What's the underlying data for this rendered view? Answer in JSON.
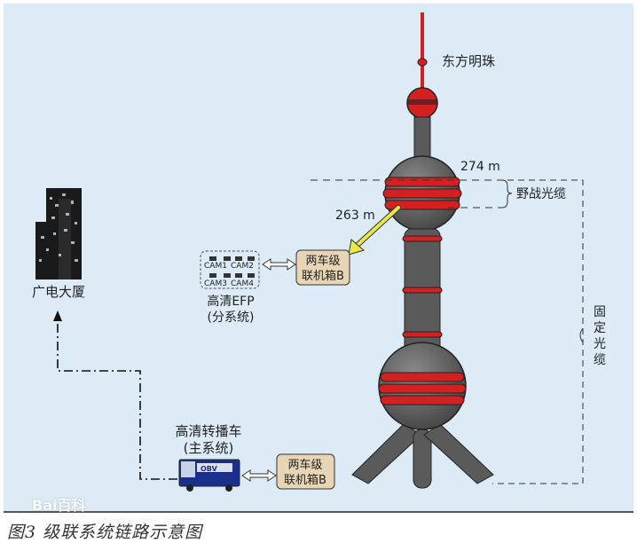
{
  "labels": {
    "tower": "东方明珠",
    "height_top": "274 m",
    "height_link": "263 m",
    "field_cable": "野战光缆",
    "fixed_cable": "固定光缆",
    "building": "广电大厦",
    "efp_title": "高清EFP",
    "efp_sub": "(分系统)",
    "cams": [
      "CAM1",
      "CAM2",
      "CAM3",
      "CAM4"
    ],
    "cascade_box_upper": [
      "两车级",
      "联机箱B"
    ],
    "cascade_box_lower": [
      "两车级",
      "联机箱B"
    ],
    "ob_van_title": "高清转播车",
    "ob_van_sub": "(主系统)",
    "van_text": "OBV"
  },
  "caption": "图3    级联系统链路示意图",
  "watermark": "Bai百科",
  "colors": {
    "background_panel": "#dcebf5",
    "tower_gray": "#5a5a5a",
    "tower_red": "#d42020",
    "box_fill": "#e8d5b5",
    "arrow_yellow": "#e8e84a",
    "van_blue": "#1a2f8c"
  }
}
